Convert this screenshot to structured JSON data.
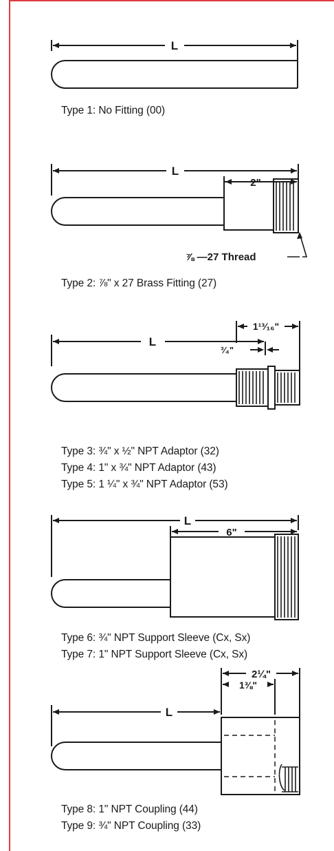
{
  "figures": [
    {
      "id": "type1",
      "dims": {
        "length": "L"
      },
      "captions": [
        "Type 1:  No Fitting (00)"
      ]
    },
    {
      "id": "type2",
      "dims": {
        "length": "L",
        "fitting": "2\""
      },
      "callout": "⅞ —27 Thread",
      "captions": [
        "Type 2:  ⅞\" x 27 Brass Fitting (27)"
      ]
    },
    {
      "id": "type3",
      "dims": {
        "length": "L",
        "adaptor": "1¹³⁄₁₆\"",
        "thread": "³⁄₄\""
      },
      "captions": [
        "Type 3:  ¾\" x ½\" NPT Adaptor (32)",
        "Type 4:  1\" x ¾\" NPT Adaptor (43)",
        "Type 5:  1 ¼\" x ¾\" NPT Adaptor (53)"
      ]
    },
    {
      "id": "type6",
      "dims": {
        "length": "L",
        "sleeve": "6\""
      },
      "captions": [
        "Type 6:  ¾\" NPT Support Sleeve (Cx, Sx)",
        "Type 7:  1\" NPT Support Sleeve (Cx, Sx)"
      ]
    },
    {
      "id": "type8",
      "dims": {
        "length": "L",
        "coupling": "2¼\"",
        "inner": "1⅜\""
      },
      "captions": [
        "Type 8:  1\" NPT Coupling (44)",
        "Type 9:  ¾\" NPT Coupling (33)"
      ]
    }
  ],
  "colors": {
    "frame": "#e03a3e",
    "ink": "#1a1a1a"
  }
}
